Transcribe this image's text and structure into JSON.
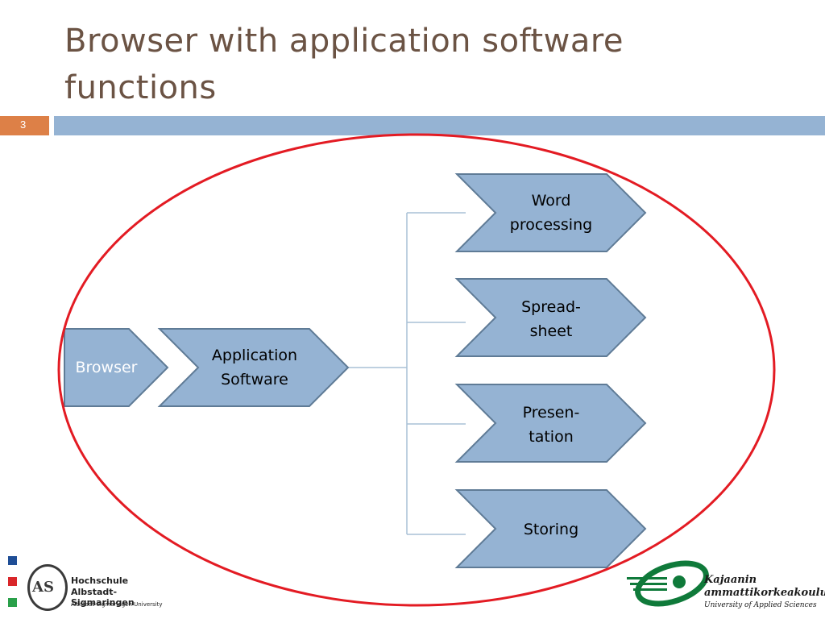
{
  "slide": {
    "title_line1": "Browser with application software",
    "title_line2": "functions",
    "number": "3"
  },
  "diagram": {
    "root": "Browser",
    "middle_line1": "Application",
    "middle_line2": "Software",
    "functions": [
      {
        "line1": "Word",
        "line2": "processing"
      },
      {
        "line1": "Spread-",
        "line2": "sheet"
      },
      {
        "line1": "Presen-",
        "line2": "tation"
      },
      {
        "line1": "Storing",
        "line2": ""
      }
    ]
  },
  "logos": {
    "left_line1": "Hochschule",
    "left_line2": "Albstadt-Sigmaringen",
    "left_line3": "Albstadt-Sigmaringen University",
    "left_mark": "AS",
    "right_line1": "Kajaanin",
    "right_line2": "ammattikorkeakoulu",
    "right_line3": "University of Applied Sciences"
  },
  "colors": {
    "title": "#6b5344",
    "accent_orange": "#dd8047",
    "band_blue": "#95b3d3",
    "chevron_fill": "#95b3d3",
    "chevron_stroke": "#5f7b96",
    "connector": "#a9c0d6",
    "ellipse": "#e31b23",
    "logo_green": "#0f7a3a"
  }
}
